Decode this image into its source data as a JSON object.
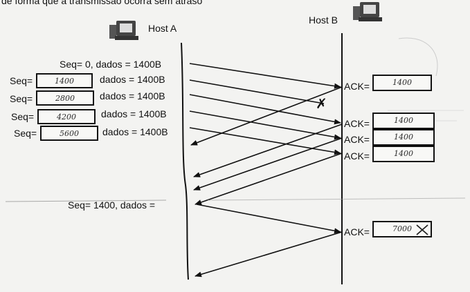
{
  "top_caption": "de forma que a transmissão ocorra sem atraso",
  "hosts": {
    "a_label": "Host A",
    "b_label": "Host B",
    "a_icon": "computer-icon",
    "b_icon": "computer-icon"
  },
  "sender_rows": [
    {
      "seq_label": "Seq=",
      "seq_value": "",
      "dados": "Seq= 0, dados = 1400B"
    },
    {
      "seq_label": "Seq=",
      "seq_value": "1400",
      "dados": "dados = 1400B"
    },
    {
      "seq_label": "Seq=",
      "seq_value": "2800",
      "dados": "dados = 1400B"
    },
    {
      "seq_label": "Seq=",
      "seq_value": "4200",
      "dados": "dados = 1400B"
    },
    {
      "seq_label": "Seq=",
      "seq_value": "5600",
      "dados": "dados = 1400B"
    }
  ],
  "acks": [
    {
      "label": "ACK=",
      "value": "1400"
    },
    {
      "label": "ACK=",
      "value": "1400"
    },
    {
      "label": "ACK=",
      "value": "1400"
    },
    {
      "label": "ACK=",
      "value": "1400"
    },
    {
      "label": "ACK=",
      "value": "7000"
    }
  ],
  "retransmission": {
    "label": "Seq= 1400, dados ="
  },
  "loss_marker": "✗",
  "colors": {
    "ink": "#111111",
    "paper": "#f3f3f1",
    "pencil": "#2a2a2a"
  }
}
